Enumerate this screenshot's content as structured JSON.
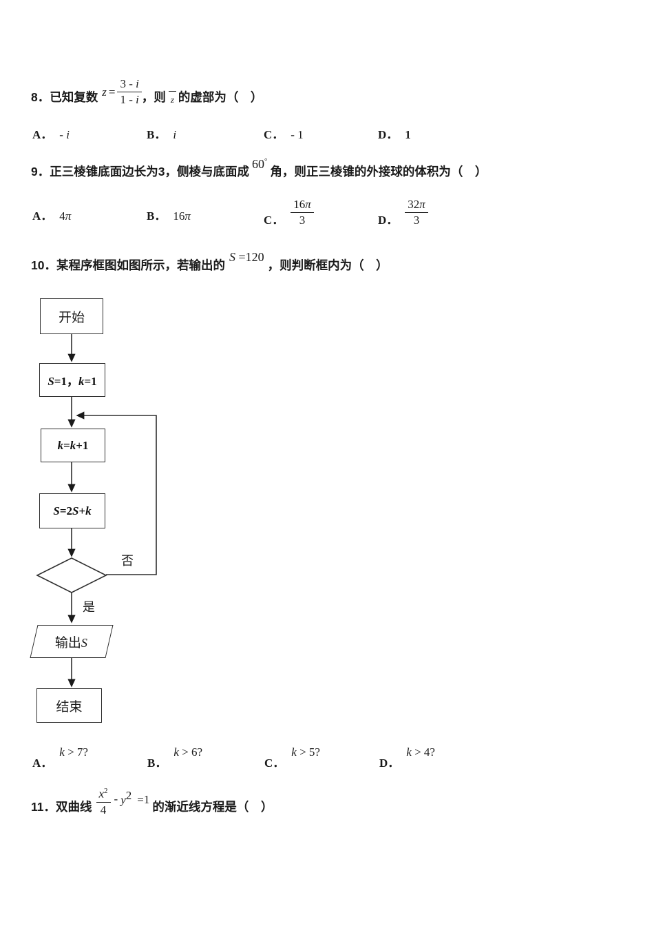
{
  "colors": {
    "ink": "#1a1a1a",
    "line": "#2e2e2e",
    "background": "#ffffff"
  },
  "q8": {
    "number_text": "8．已知复数",
    "math": {
      "lhs": "z",
      "eq": "=",
      "num_coef": "3 - ",
      "num_i": "i",
      "den_coef": "1 - ",
      "den_i": "i"
    },
    "mid_text": "，则",
    "conj_var": "z",
    "after_text": "的虚部为（　）",
    "options": {
      "a_label": "A．",
      "a_pre": "- ",
      "a_var": "i",
      "b_label": "B．",
      "b_var": "i",
      "c_label": "C．",
      "c_value": "- 1",
      "d_label": "D．",
      "d_value": "1"
    }
  },
  "q9": {
    "before_text": "9．正三棱锥底面边长为3，侧棱与底面成",
    "angle_value": "60",
    "angle_degree": "°",
    "after_text": "角，则正三棱锥的外接球的体积为（　）",
    "options": {
      "a_label": "A．",
      "a_coef": "4",
      "a_pi": "π",
      "b_label": "B．",
      "b_coef": "16",
      "b_pi": "π",
      "c_label": "C．",
      "c_num_coef": "16",
      "c_num_pi": "π",
      "c_den": "3",
      "d_label": "D．",
      "d_num_coef": "32",
      "d_num_pi": "π",
      "d_den": "3"
    }
  },
  "q10": {
    "before_text": "10．某程序框图如图所示，若输出的",
    "math_var": "S",
    "math_rest": " =120",
    "after_text": "，则判断框内为（　）",
    "options": {
      "a_label": "A．",
      "a_var": "k",
      "a_rest": " > 7?",
      "b_label": "B．",
      "b_var": "k",
      "b_rest": " > 6?",
      "c_label": "C．",
      "c_var": "k",
      "c_rest": " > 5?",
      "d_label": "D．",
      "d_var": "k",
      "d_rest": " > 4?"
    }
  },
  "flowchart": {
    "start_label": "开始",
    "init": {
      "s": "S",
      "p1": "=1，",
      "k": "k",
      "p2": "=1"
    },
    "increment": {
      "k1": "k",
      "p1": "=",
      "k2": "k",
      "p2": "+1"
    },
    "accumulate": {
      "s1": "S",
      "p1": "=2",
      "s2": "S",
      "p2": "+",
      "k": "k"
    },
    "no_label": "否",
    "yes_label": "是",
    "output_text": "输出",
    "output_var": "S",
    "end_label": "结束"
  },
  "q11": {
    "before_text": "11．双曲线",
    "math": {
      "num_var": "x",
      "num_sup": "2",
      "den": "4",
      "minus": "- ",
      "y_var": "y",
      "y_sup": "2",
      "eq": "=1"
    },
    "after_text": "的渐近线方程是（　）"
  }
}
